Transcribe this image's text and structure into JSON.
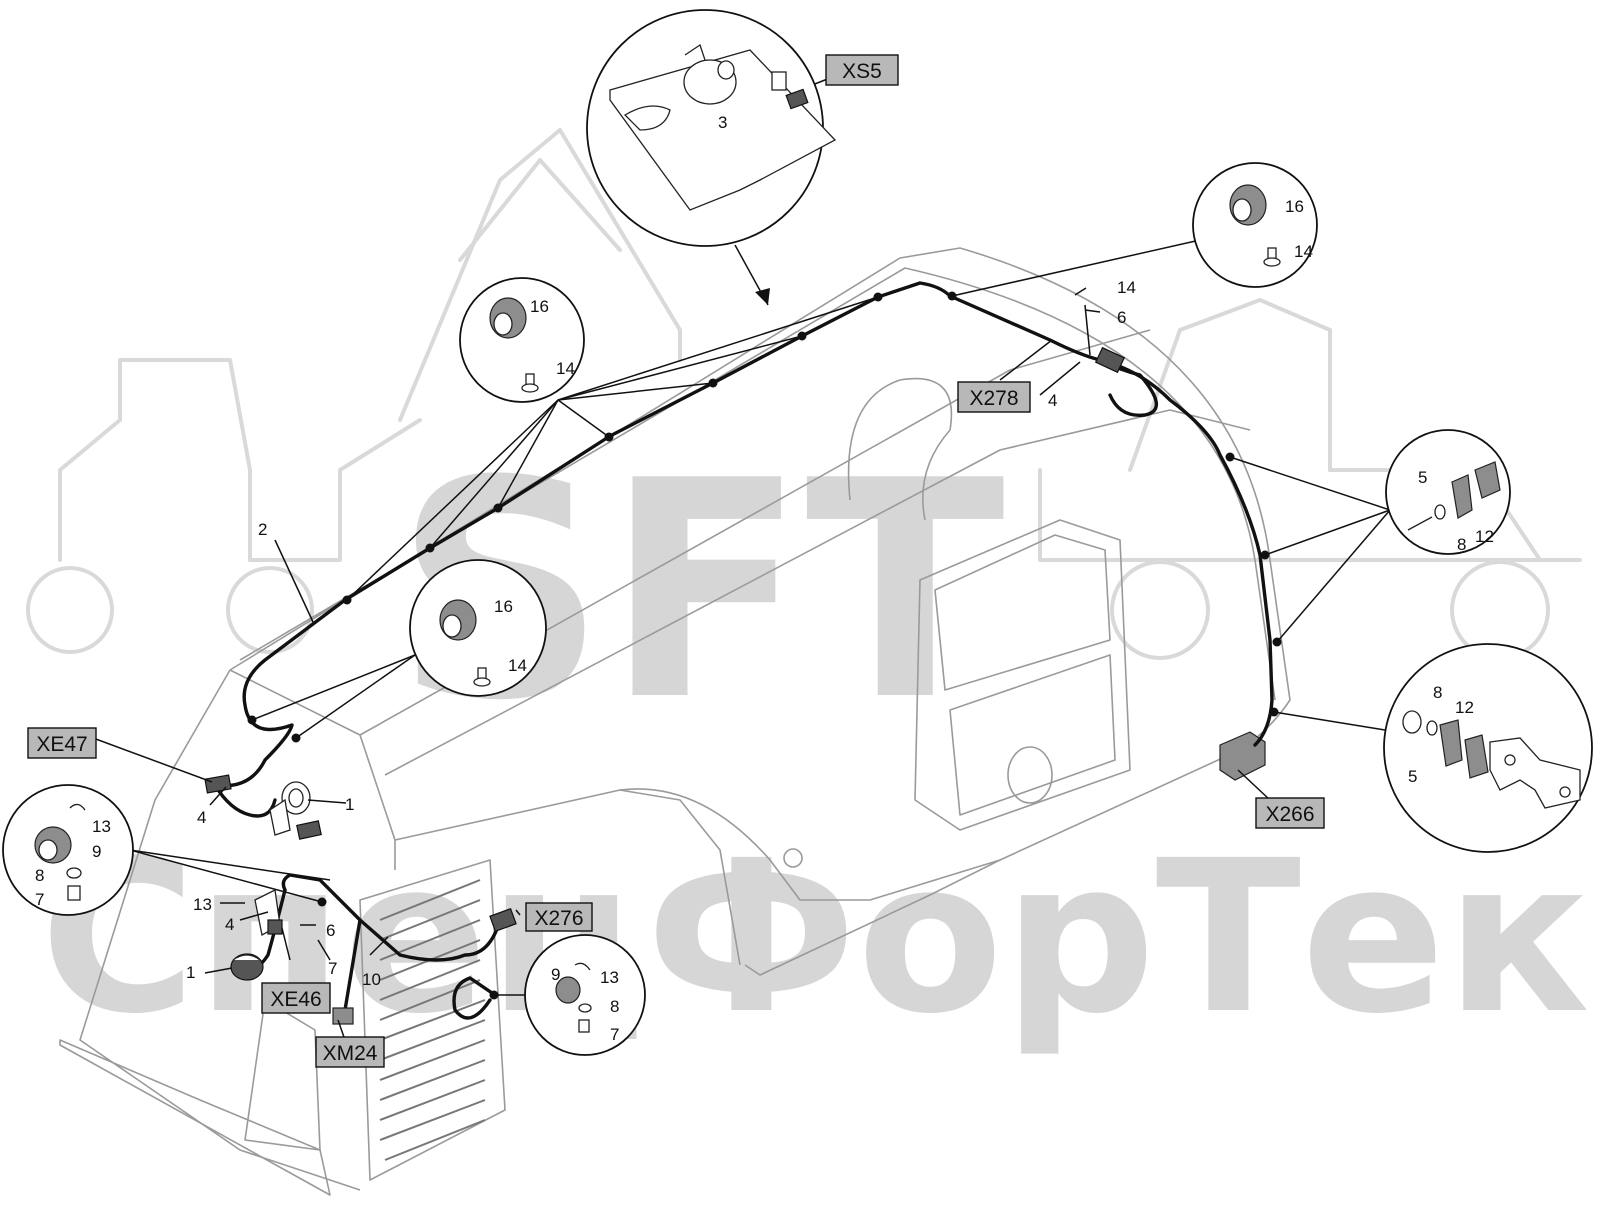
{
  "watermark": {
    "brand_latin": "SFT",
    "brand_cyrillic": "СпецФорТек"
  },
  "connectors": [
    "XS5",
    "X278",
    "XE47",
    "X266",
    "X276",
    "XE46",
    "XM24"
  ],
  "part_numbers": {
    "p1": "1",
    "p2": "2",
    "p3": "3",
    "p4": "4",
    "p5": "5",
    "p6": "6",
    "p7": "7",
    "p8": "8",
    "p9": "9",
    "p10": "10",
    "p12": "12",
    "p13": "13",
    "p14": "14",
    "p16": "16"
  },
  "colors": {
    "harness": "#111111",
    "connector_tag": "#b8b8b8",
    "watermark": "#d6d6d6",
    "body_outline": "#9a9a9a"
  }
}
